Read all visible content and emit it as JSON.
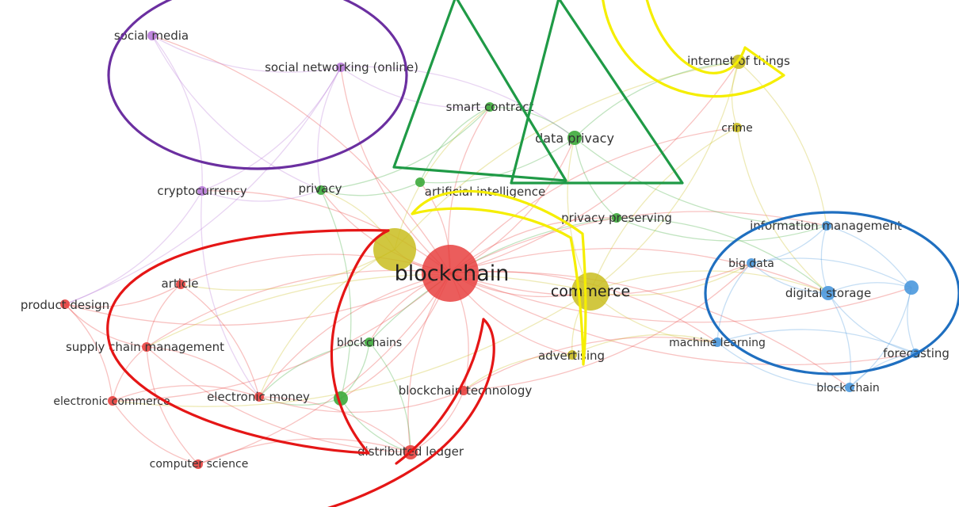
{
  "colors": {
    "red": "#e8413f",
    "green": "#3daa3b",
    "blue": "#4a98dd",
    "yellow": "#c9bd1f",
    "purple": "#b77ad8",
    "highlight_purple": "#6b2fa0",
    "highlight_green": "#1f9a46",
    "highlight_yellow": "#f5ee00",
    "highlight_red": "#e51616",
    "highlight_blue": "#1f6fc0"
  },
  "clusters": [
    "red",
    "green",
    "blue",
    "yellow",
    "purple"
  ],
  "nodes": [
    {
      "id": "blockchain",
      "label": "blockchain",
      "cluster": "red",
      "weight": 10
    },
    {
      "id": "commerce",
      "label": "commerce",
      "cluster": "yellow",
      "weight": 5
    },
    {
      "id": "big-yellow",
      "label": "",
      "cluster": "yellow",
      "weight": 6
    },
    {
      "id": "social-media",
      "label": "social media",
      "cluster": "purple",
      "weight": 2
    },
    {
      "id": "social-networking",
      "label": "social networking (online)",
      "cluster": "purple",
      "weight": 2
    },
    {
      "id": "cryptocurrency",
      "label": "cryptocurrency",
      "cluster": "purple",
      "weight": 2
    },
    {
      "id": "smart-contract",
      "label": "smart contract",
      "cluster": "green",
      "weight": 2
    },
    {
      "id": "data-privacy",
      "label": "data privacy",
      "cluster": "green",
      "weight": 3
    },
    {
      "id": "privacy",
      "label": "privacy",
      "cluster": "green",
      "weight": 2
    },
    {
      "id": "artificial-intelligence",
      "label": "artificial intelligence",
      "cluster": "green",
      "weight": 2
    },
    {
      "id": "privacy-preserving",
      "label": "privacy preserving",
      "cluster": "green",
      "weight": 2
    },
    {
      "id": "blockchains",
      "label": "blockchains",
      "cluster": "green",
      "weight": 2
    },
    {
      "id": "green-node",
      "label": "",
      "cluster": "green",
      "weight": 3
    },
    {
      "id": "internet-of-things",
      "label": "internet of things",
      "cluster": "yellow",
      "weight": 3
    },
    {
      "id": "crime",
      "label": "crime",
      "cluster": "yellow",
      "weight": 2
    },
    {
      "id": "advertising",
      "label": "advertising",
      "cluster": "yellow",
      "weight": 2
    },
    {
      "id": "information-management",
      "label": "information management",
      "cluster": "blue",
      "weight": 2
    },
    {
      "id": "big-data",
      "label": "big data",
      "cluster": "blue",
      "weight": 2
    },
    {
      "id": "digital-storage",
      "label": "digital storage",
      "cluster": "blue",
      "weight": 3
    },
    {
      "id": "blue-node",
      "label": "",
      "cluster": "blue",
      "weight": 3
    },
    {
      "id": "machine-learning",
      "label": "machine learning",
      "cluster": "blue",
      "weight": 2
    },
    {
      "id": "forecasting",
      "label": "forecasting",
      "cluster": "blue",
      "weight": 2
    },
    {
      "id": "block-chain",
      "label": "block chain",
      "cluster": "blue",
      "weight": 2
    },
    {
      "id": "article",
      "label": "article",
      "cluster": "red",
      "weight": 2
    },
    {
      "id": "product-design",
      "label": "product design",
      "cluster": "red",
      "weight": 2
    },
    {
      "id": "supply-chain-management",
      "label": "supply chain management",
      "cluster": "red",
      "weight": 2
    },
    {
      "id": "electronic-commerce",
      "label": "electronic commerce",
      "cluster": "red",
      "weight": 2
    },
    {
      "id": "electronic-money",
      "label": "electronic money",
      "cluster": "red",
      "weight": 2
    },
    {
      "id": "blockchain-technology",
      "label": "blockchain technology",
      "cluster": "red",
      "weight": 2
    },
    {
      "id": "distributed-ledger",
      "label": "distributed ledger",
      "cluster": "red",
      "weight": 3
    },
    {
      "id": "computer-science",
      "label": "computer science",
      "cluster": "red",
      "weight": 2
    }
  ],
  "edges": [
    [
      "blockchain",
      "commerce"
    ],
    [
      "blockchain",
      "big-yellow"
    ],
    [
      "blockchain",
      "social-media"
    ],
    [
      "blockchain",
      "social-networking"
    ],
    [
      "blockchain",
      "cryptocurrency"
    ],
    [
      "blockchain",
      "smart-contract"
    ],
    [
      "blockchain",
      "data-privacy"
    ],
    [
      "blockchain",
      "privacy"
    ],
    [
      "blockchain",
      "artificial-intelligence"
    ],
    [
      "blockchain",
      "privacy-preserving"
    ],
    [
      "blockchain",
      "blockchains"
    ],
    [
      "blockchain",
      "green-node"
    ],
    [
      "blockchain",
      "internet-of-things"
    ],
    [
      "blockchain",
      "crime"
    ],
    [
      "blockchain",
      "advertising"
    ],
    [
      "blockchain",
      "information-management"
    ],
    [
      "blockchain",
      "big-data"
    ],
    [
      "blockchain",
      "digital-storage"
    ],
    [
      "blockchain",
      "blue-node"
    ],
    [
      "blockchain",
      "machine-learning"
    ],
    [
      "blockchain",
      "forecasting"
    ],
    [
      "blockchain",
      "block-chain"
    ],
    [
      "blockchain",
      "article"
    ],
    [
      "blockchain",
      "product-design"
    ],
    [
      "blockchain",
      "supply-chain-management"
    ],
    [
      "blockchain",
      "electronic-commerce"
    ],
    [
      "blockchain",
      "electronic-money"
    ],
    [
      "blockchain",
      "blockchain-technology"
    ],
    [
      "blockchain",
      "distributed-ledger"
    ],
    [
      "blockchain",
      "computer-science"
    ],
    [
      "commerce",
      "internet-of-things"
    ],
    [
      "commerce",
      "crime"
    ],
    [
      "commerce",
      "advertising"
    ],
    [
      "commerce",
      "digital-storage"
    ],
    [
      "commerce",
      "machine-learning"
    ],
    [
      "commerce",
      "data-privacy"
    ],
    [
      "commerce",
      "big-data"
    ],
    [
      "commerce",
      "electronic-commerce"
    ],
    [
      "commerce",
      "supply-chain-management"
    ],
    [
      "big-yellow",
      "internet-of-things"
    ],
    [
      "big-yellow",
      "privacy"
    ],
    [
      "big-yellow",
      "smart-contract"
    ],
    [
      "big-yellow",
      "electronic-money"
    ],
    [
      "big-yellow",
      "article"
    ],
    [
      "social-media",
      "social-networking"
    ],
    [
      "social-media",
      "cryptocurrency"
    ],
    [
      "social-media",
      "privacy"
    ],
    [
      "social-networking",
      "cryptocurrency"
    ],
    [
      "social-networking",
      "privacy"
    ],
    [
      "social-networking",
      "data-privacy"
    ],
    [
      "social-networking",
      "smart-contract"
    ],
    [
      "social-networking",
      "product-design"
    ],
    [
      "cryptocurrency",
      "electronic-money"
    ],
    [
      "cryptocurrency",
      "product-design"
    ],
    [
      "cryptocurrency",
      "privacy"
    ],
    [
      "smart-contract",
      "data-privacy"
    ],
    [
      "smart-contract",
      "artificial-intelligence"
    ],
    [
      "smart-contract",
      "privacy"
    ],
    [
      "data-privacy",
      "privacy-preserving"
    ],
    [
      "data-privacy",
      "artificial-intelligence"
    ],
    [
      "data-privacy",
      "information-management"
    ],
    [
      "data-privacy",
      "internet-of-things"
    ],
    [
      "privacy",
      "artificial-intelligence"
    ],
    [
      "privacy",
      "green-node"
    ],
    [
      "privacy-preserving",
      "information-management"
    ],
    [
      "privacy-preserving",
      "digital-storage"
    ],
    [
      "privacy-preserving",
      "blockchains"
    ],
    [
      "blockchains",
      "green-node"
    ],
    [
      "blockchains",
      "electronic-money"
    ],
    [
      "blockchains",
      "distributed-ledger"
    ],
    [
      "green-node",
      "distributed-ledger"
    ],
    [
      "green-node",
      "electronic-money"
    ],
    [
      "internet-of-things",
      "crime"
    ],
    [
      "internet-of-things",
      "information-management"
    ],
    [
      "crime",
      "digital-storage"
    ],
    [
      "advertising",
      "machine-learning"
    ],
    [
      "advertising",
      "blockchain-technology"
    ],
    [
      "information-management",
      "big-data"
    ],
    [
      "information-management",
      "digital-storage"
    ],
    [
      "information-management",
      "blue-node"
    ],
    [
      "big-data",
      "digital-storage"
    ],
    [
      "big-data",
      "blue-node"
    ],
    [
      "big-data",
      "machine-learning"
    ],
    [
      "digital-storage",
      "blue-node"
    ],
    [
      "digital-storage",
      "forecasting"
    ],
    [
      "digital-storage",
      "block-chain"
    ],
    [
      "blue-node",
      "forecasting"
    ],
    [
      "blue-node",
      "block-chain"
    ],
    [
      "machine-learning",
      "block-chain"
    ],
    [
      "machine-learning",
      "forecasting"
    ],
    [
      "forecasting",
      "block-chain"
    ],
    [
      "article",
      "product-design"
    ],
    [
      "article",
      "supply-chain-management"
    ],
    [
      "article",
      "electronic-money"
    ],
    [
      "product-design",
      "supply-chain-management"
    ],
    [
      "product-design",
      "electronic-commerce"
    ],
    [
      "supply-chain-management",
      "electronic-commerce"
    ],
    [
      "supply-chain-management",
      "electronic-money"
    ],
    [
      "supply-chain-management",
      "distributed-ledger"
    ],
    [
      "electronic-commerce",
      "electronic-money"
    ],
    [
      "electronic-commerce",
      "computer-science"
    ],
    [
      "electronic-money",
      "distributed-ledger"
    ],
    [
      "electronic-money",
      "blockchain-technology"
    ],
    [
      "blockchain-technology",
      "distributed-ledger"
    ],
    [
      "distributed-ledger",
      "computer-science"
    ],
    [
      "computer-science",
      "supply-chain-management"
    ],
    [
      "blockchain-technology",
      "big-data"
    ],
    [
      "blockchain-technology",
      "machine-learning"
    ]
  ],
  "highlights": [
    {
      "id": "purple-ellipse",
      "color": "highlight_purple"
    },
    {
      "id": "green-triangle-1",
      "color": "highlight_green"
    },
    {
      "id": "green-triangle-2",
      "color": "highlight_green"
    },
    {
      "id": "yellow-arc-top",
      "color": "highlight_yellow"
    },
    {
      "id": "yellow-arc-center",
      "color": "highlight_yellow"
    },
    {
      "id": "red-arc-left",
      "color": "highlight_red"
    },
    {
      "id": "red-arc-bottom",
      "color": "highlight_red"
    },
    {
      "id": "blue-ellipse",
      "color": "highlight_blue"
    }
  ]
}
